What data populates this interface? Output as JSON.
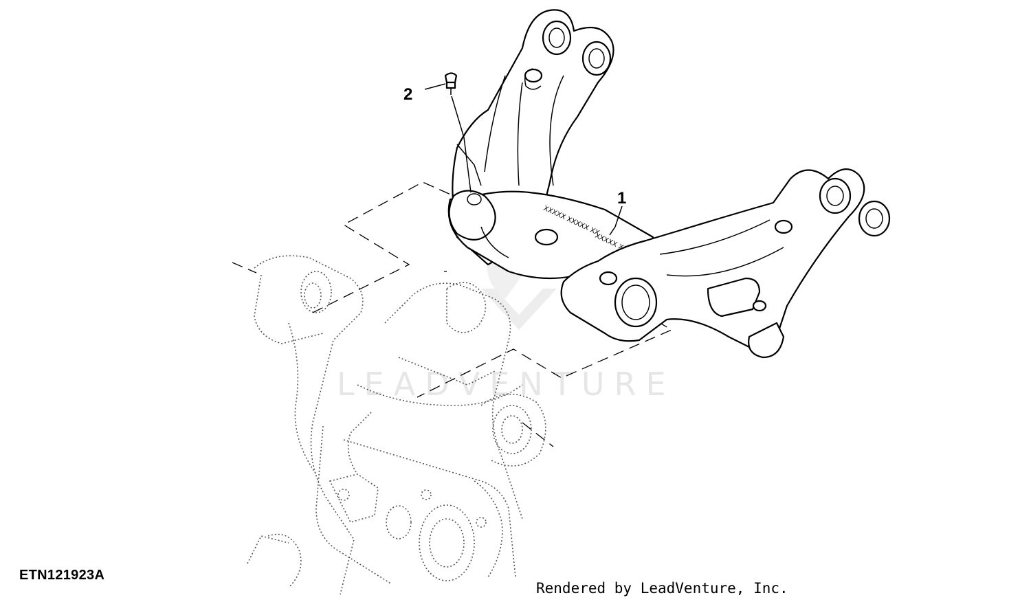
{
  "diagram": {
    "callouts": [
      {
        "id": "callout-1",
        "label": "1"
      },
      {
        "id": "callout-2",
        "label": "2"
      }
    ],
    "figure_id": "ETN121923A",
    "render_credit": "Rendered by LeadVenture, Inc.",
    "watermark": "LEADVENTURE"
  }
}
